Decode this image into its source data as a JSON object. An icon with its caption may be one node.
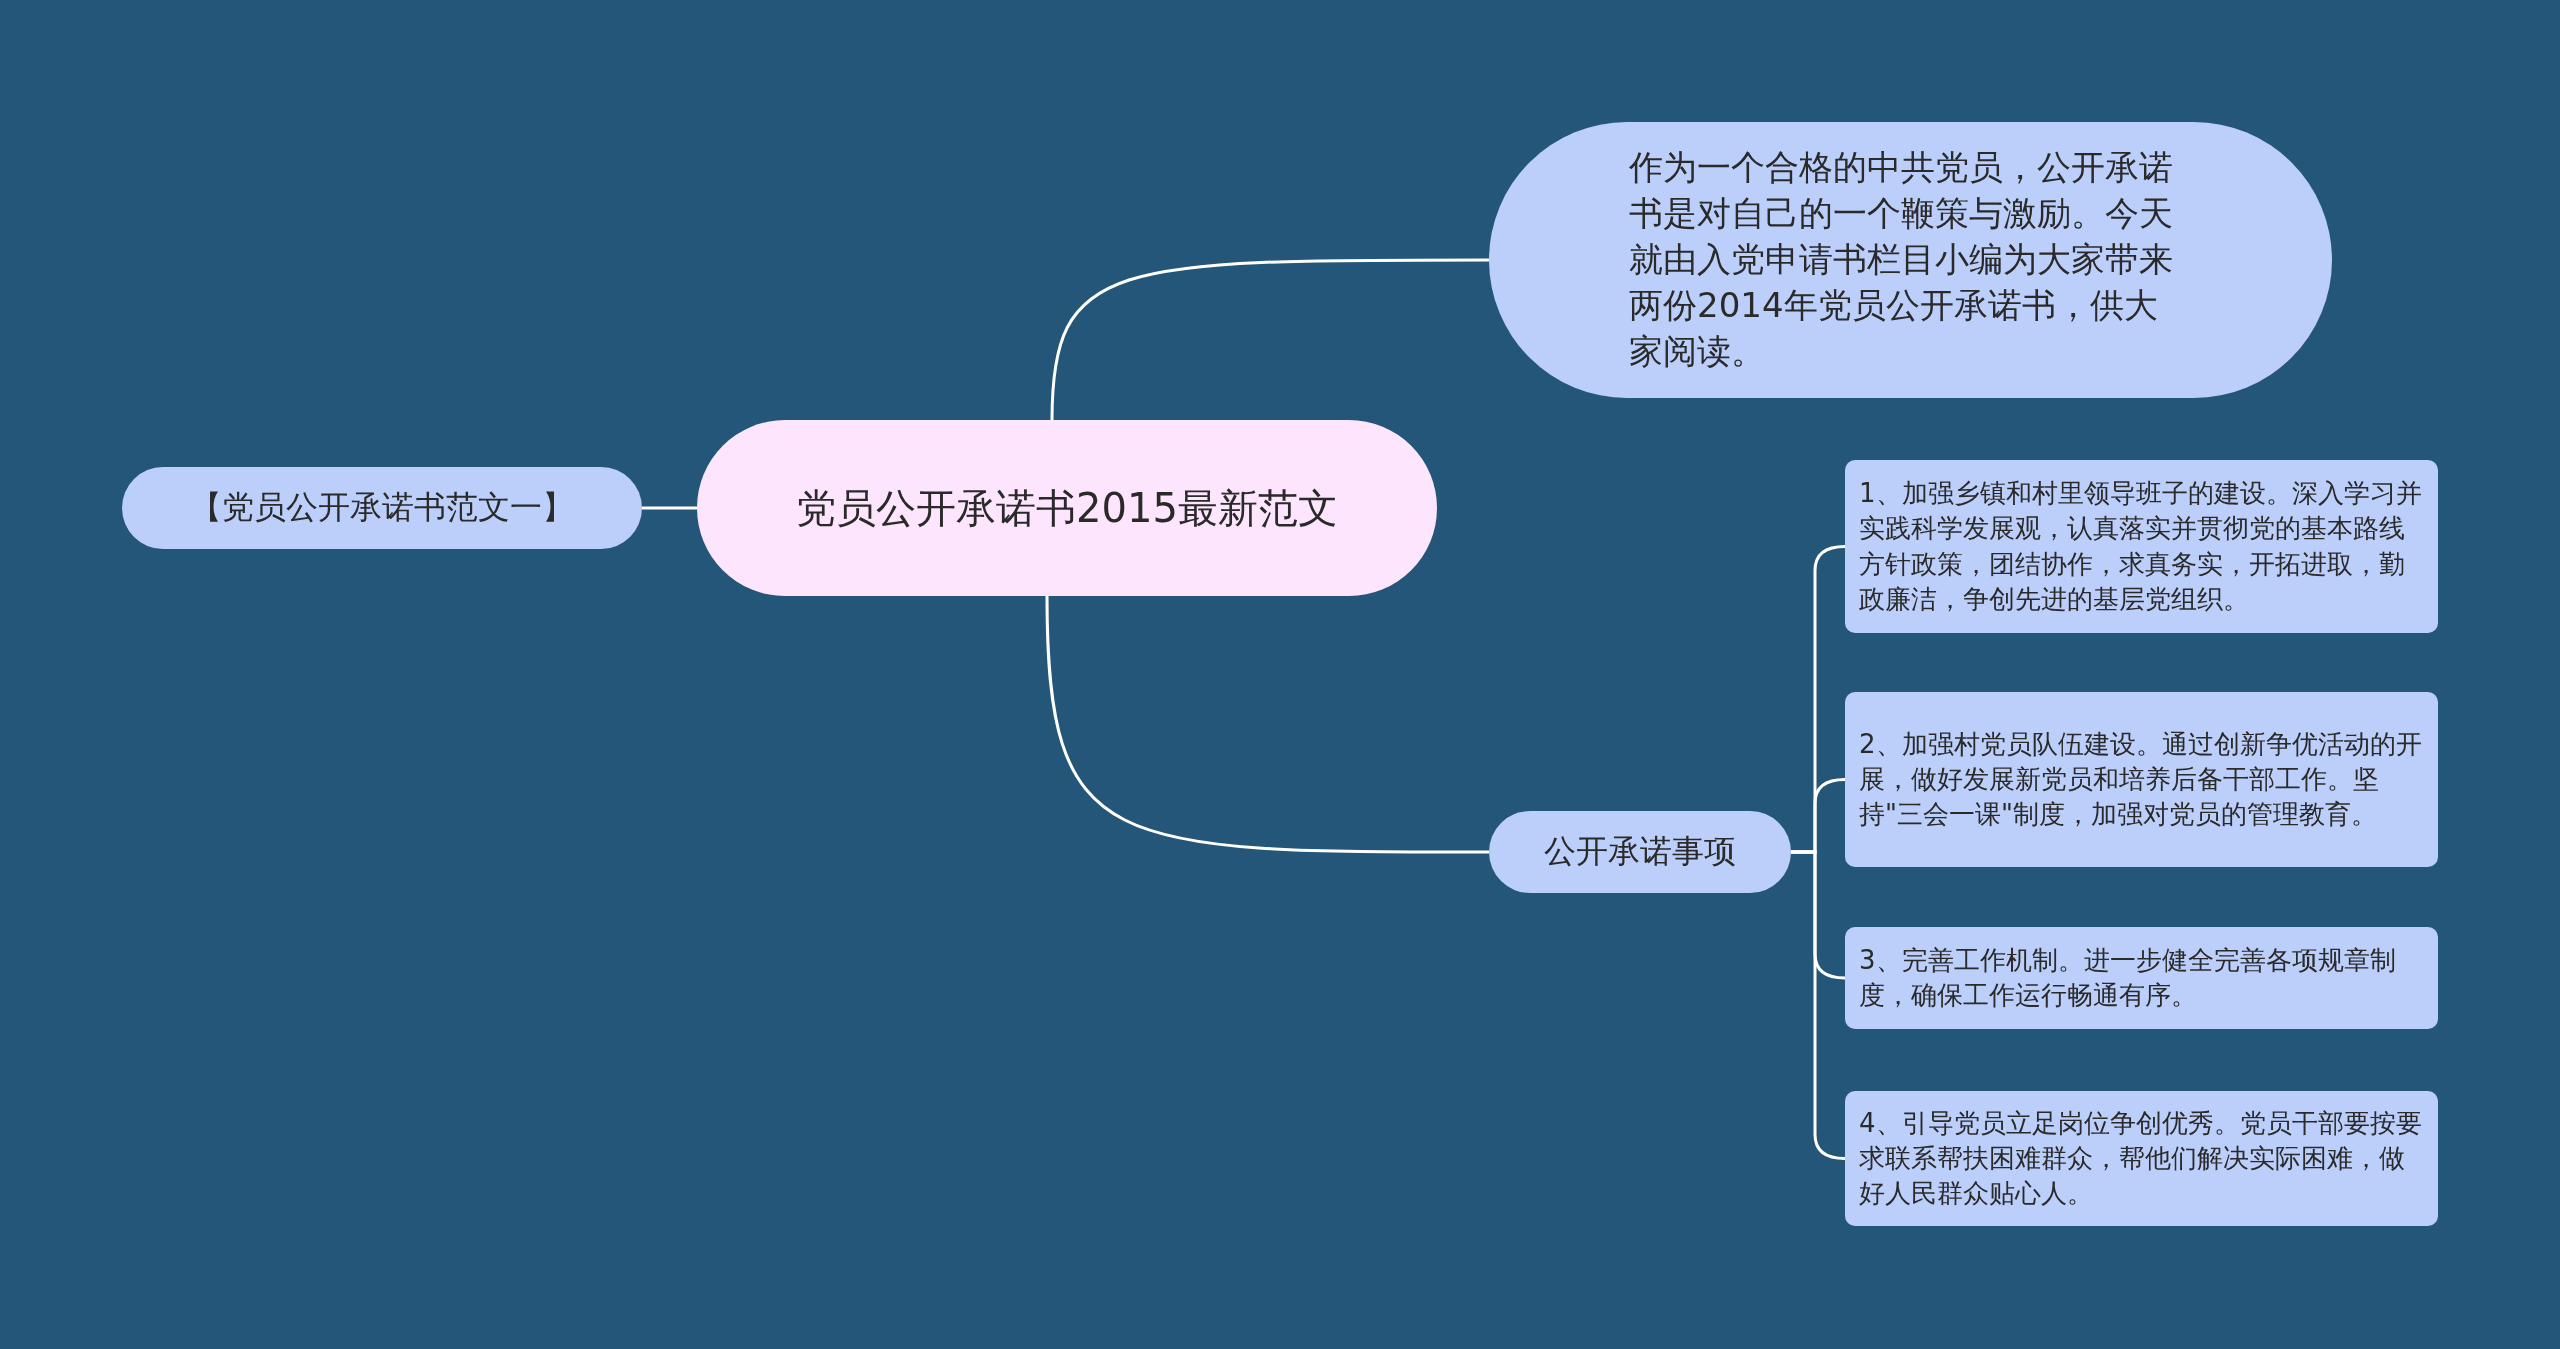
{
  "diagram": {
    "nodes": [
      {
        "text": [
          "党员公开承诺书2015最新范文"
        ]
      },
      {
        "text": [
          "作为一个合格的中共党员，公开承诺书是对自己的一个鞭策与激励。今天就由入党申请书栏目小编为大家带来两份2014年党员公开承诺书，供大家阅读。"
        ]
      },
      {
        "text": [
          "【党员公开承诺书范文一】"
        ]
      },
      {
        "text": [
          "公开承诺事项"
        ]
      },
      {
        "text": [
          "1、加强乡镇和村里领导班子的建设。深入学习并实践科学发展观，认真落实并贯彻党的基本路线方针政策，团结协作，求真务实，开拓进取，勤政廉洁，争创先进的基层党组织。"
        ]
      },
      {
        "text": [
          "2、加强村党员队伍建设。通过创新争优活动的开展，做好发展新党员和培养后备干部工作。坚持\"三会一课\"制度，加强对党员的管理教育。"
        ]
      },
      {
        "text": [
          "3、完善工作机制。进一步健全完善各项规章制度，确保工作运行畅通有序。"
        ]
      },
      {
        "text": [
          "4、引导党员立足岗位争创优秀。党员干部要按要求联系帮扶困难群众，帮他们解决实际困难，做好人民群众贴心人。"
        ]
      }
    ],
    "edges": [
      {
        "from": 0,
        "to": 1,
        "arrow": "none"
      },
      {
        "from": 0,
        "to": 2,
        "arrow": "none"
      },
      {
        "from": 0,
        "to": 3,
        "arrow": "none"
      },
      {
        "from": 3,
        "to": 4,
        "arrow": "none"
      },
      {
        "from": 3,
        "to": 5,
        "arrow": "none"
      },
      {
        "from": 3,
        "to": 6,
        "arrow": "none"
      },
      {
        "from": 3,
        "to": 7,
        "arrow": "none"
      }
    ]
  }
}
